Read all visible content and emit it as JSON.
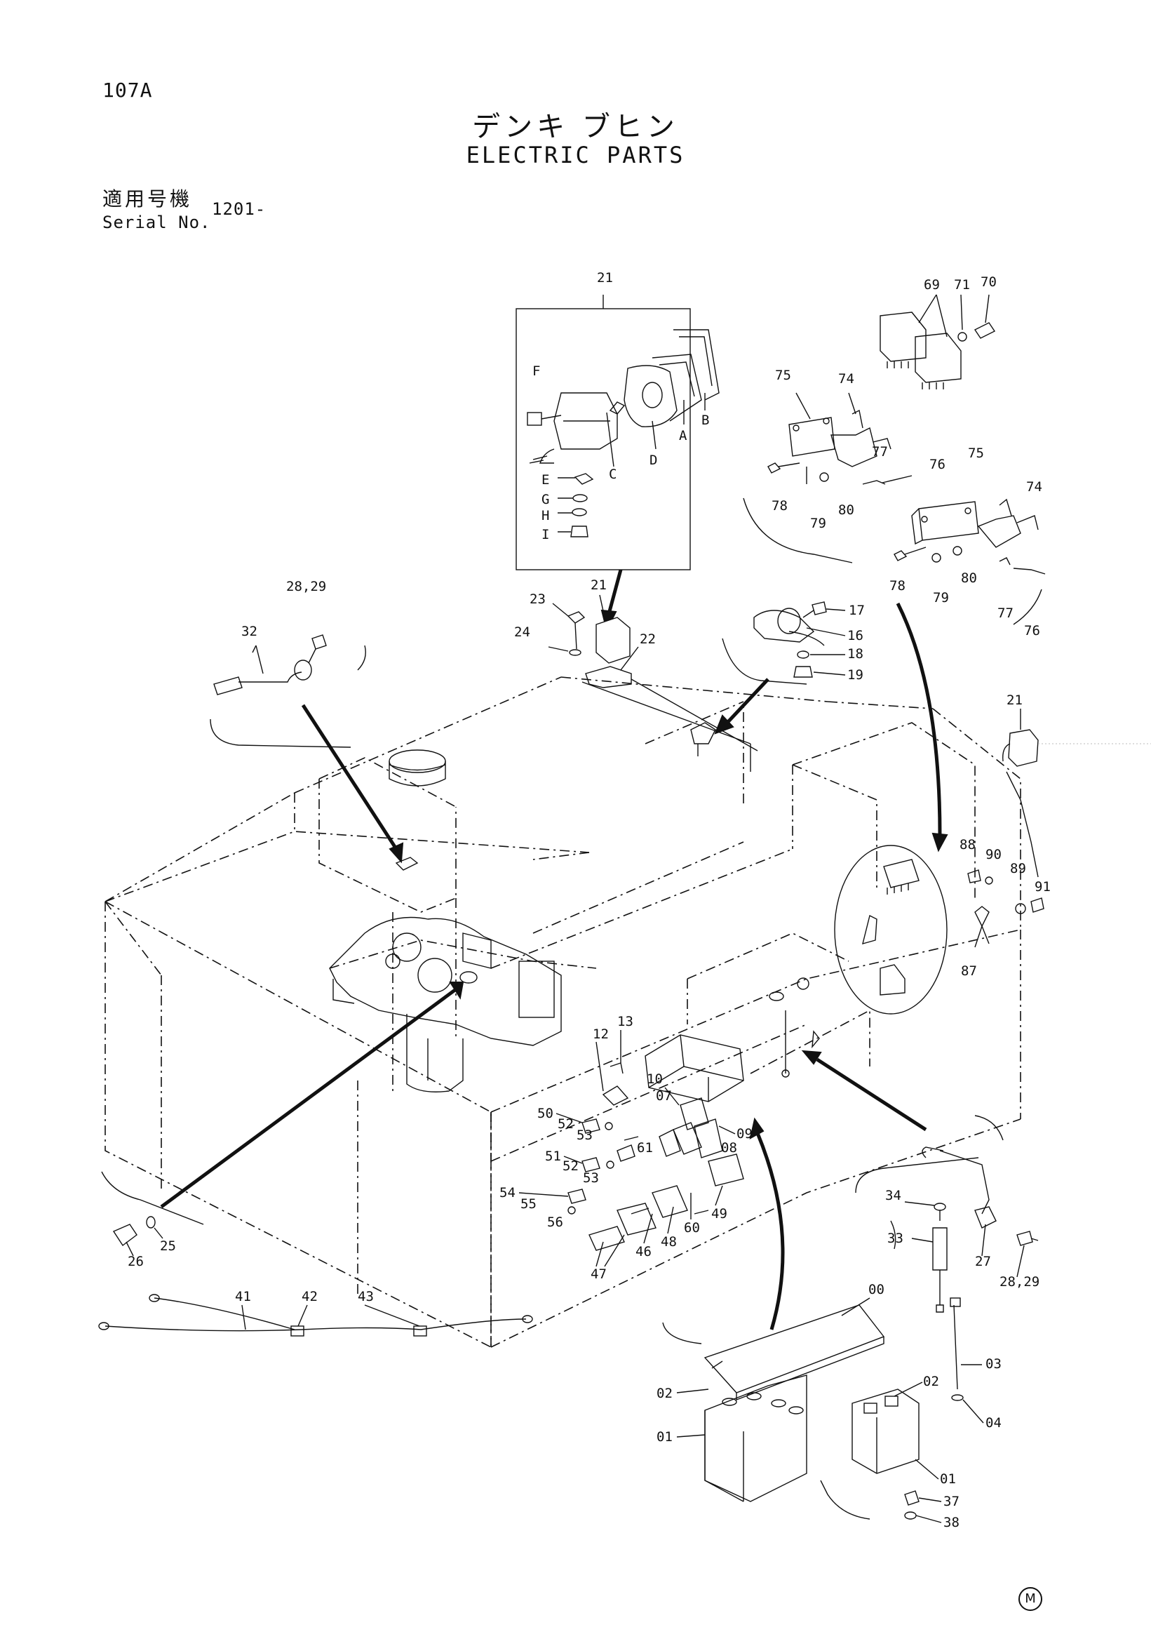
{
  "header": {
    "page_number": "107A",
    "title_jp": "デンキ ブヒン",
    "title_en": "ELECTRIC PARTS",
    "serial_label_jp": "適用号機",
    "serial_label_en": "Serial No.",
    "serial_value": "1201-"
  },
  "callouts": {
    "c21a": "21",
    "cF": "F",
    "cE": "E",
    "cG": "G",
    "cH": "H",
    "cI": "I",
    "cC": "C",
    "cD": "D",
    "cA": "A",
    "cB": "B",
    "c69": "69",
    "c71": "71",
    "c70": "70",
    "c75a": "75",
    "c74a": "74",
    "c77a": "77",
    "c76a": "76",
    "c78a": "78",
    "c79a": "79",
    "c80a": "80",
    "c75b": "75",
    "c74b": "74",
    "c78b": "78",
    "c79b": "79",
    "c80b": "80",
    "c77b": "77",
    "c76b": "76",
    "c2829a": "28,29",
    "c32": "32",
    "c23": "23",
    "c21b": "21",
    "c24": "24",
    "c22": "22",
    "c17": "17",
    "c16": "16",
    "c18": "18",
    "c19": "19",
    "c21c": "21",
    "c88": "88",
    "c90": "90",
    "c89": "89",
    "c91": "91",
    "c87": "87",
    "c12": "12",
    "c13": "13",
    "c10": "10",
    "c07": "07",
    "c09": "09",
    "c08": "08",
    "c61": "61",
    "c50": "50",
    "c52a": "52",
    "c53a": "53",
    "c51": "51",
    "c52b": "52",
    "c53b": "53",
    "c54": "54",
    "c55": "55",
    "c56": "56",
    "c47": "47",
    "c46": "46",
    "c48": "48",
    "c60": "60",
    "c49": "49",
    "c34": "34",
    "c33": "33",
    "c27": "27",
    "c2829b": "28,29",
    "c26": "26",
    "c25": "25",
    "c41": "41",
    "c42": "42",
    "c43": "43",
    "c00": "00",
    "c03": "03",
    "c02a": "02",
    "c02b": "02",
    "c01a": "01",
    "c01b": "01",
    "c04": "04",
    "c37": "37",
    "c38": "38"
  },
  "footer_mark": "M"
}
